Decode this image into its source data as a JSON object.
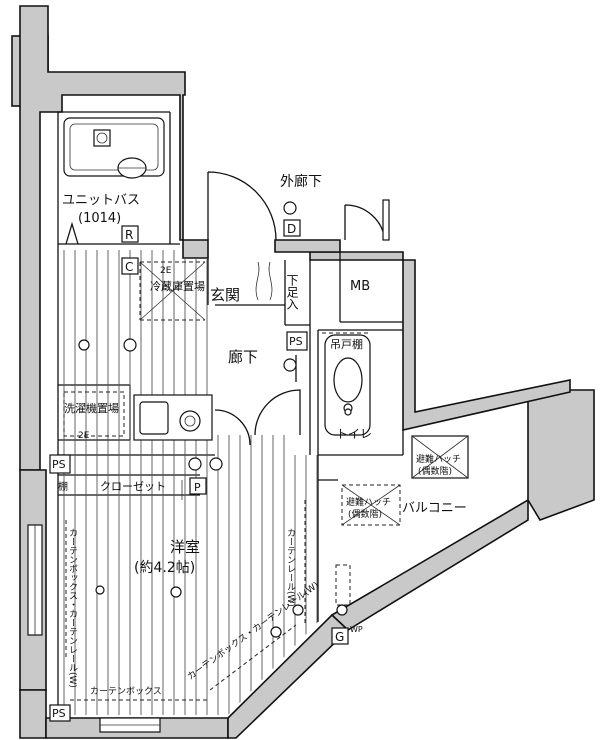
{
  "rooms": {
    "unit_bath": "ユニットバス",
    "unit_bath_size": "(1014)",
    "outer_corridor": "外廊下",
    "entrance": "玄関",
    "shoe_box": "下足入",
    "mb": "MB",
    "fridge_space": "冷蔵庫置場",
    "corridor": "廊下",
    "upper_cabinet": "吊戸棚",
    "toilet": "トイレ",
    "washer_space": "洗濯機置場",
    "closet": "クローゼット",
    "western_room": "洋室",
    "western_room_size": "(約4.2帖)",
    "balcony": "バルコニー",
    "hatch_1": "避難ハッチ",
    "hatch_1_sub": "(偶数階)",
    "hatch_2": "避難ハッチ",
    "hatch_2_sub": "(偶数階)",
    "curtain_box_bottom": "カーテンボックス",
    "curtain_box_left": "カーテンボックス・カーテンレール(W)",
    "curtain_rail_right": "カーテンレール(W)",
    "curtain_box_diag": "カーテンボックス・カーテンレール(W)"
  },
  "markers": {
    "r": "R",
    "c": "C",
    "d": "D",
    "ps_1": "PS",
    "ps_2": "PS",
    "ps_3": "PS",
    "p": "P",
    "g": "G",
    "wp": "WP",
    "twoe_1": "2E",
    "twoe_2": "2E",
    "shelf": "棚"
  }
}
